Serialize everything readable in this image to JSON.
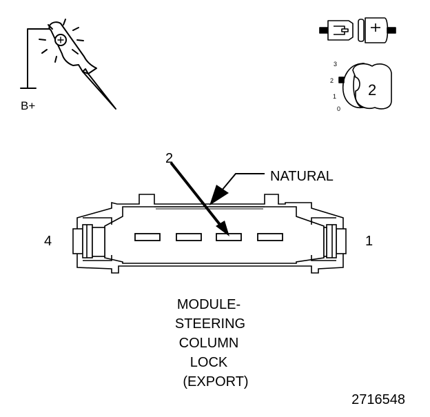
{
  "probe": {
    "label": "B+"
  },
  "key_switch": {
    "positions": [
      "3",
      "2",
      "1",
      "0"
    ],
    "key_position": "2"
  },
  "connector": {
    "pin_callout": "2",
    "color_label": "NATURAL",
    "left_pin": "4",
    "right_pin": "1"
  },
  "caption": {
    "lines": [
      "MODULE-",
      "STEERING",
      "COLUMN",
      "LOCK",
      "(EXPORT)"
    ]
  },
  "figure_id": "2716548",
  "colors": {
    "ink": "#000000",
    "paper": "#ffffff",
    "shade": "#d8d8d8"
  }
}
